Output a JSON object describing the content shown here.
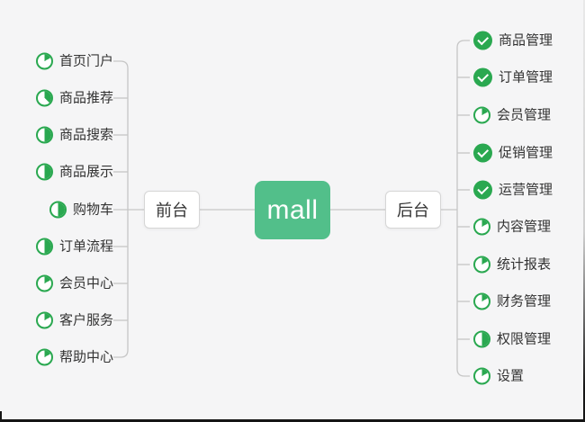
{
  "diagram": {
    "root": {
      "label": "mall"
    },
    "left_branch": {
      "label": "前台",
      "items": [
        {
          "label": "首页门户",
          "progress": "1/8"
        },
        {
          "label": "商品推荐",
          "progress": "3/8"
        },
        {
          "label": "商品搜索",
          "progress": "1/2"
        },
        {
          "label": "商品展示",
          "progress": "1/2"
        },
        {
          "label": "购物车",
          "progress": "1/2"
        },
        {
          "label": "订单流程",
          "progress": "1/2"
        },
        {
          "label": "会员中心",
          "progress": "1/8"
        },
        {
          "label": "客户服务",
          "progress": "1/8"
        },
        {
          "label": "帮助中心",
          "progress": "1/8"
        }
      ]
    },
    "right_branch": {
      "label": "后台",
      "items": [
        {
          "label": "商品管理",
          "progress": "done"
        },
        {
          "label": "订单管理",
          "progress": "done"
        },
        {
          "label": "会员管理",
          "progress": "1/8"
        },
        {
          "label": "促销管理",
          "progress": "done"
        },
        {
          "label": "运营管理",
          "progress": "done"
        },
        {
          "label": "内容管理",
          "progress": "1/8"
        },
        {
          "label": "统计报表",
          "progress": "1/8"
        },
        {
          "label": "财务管理",
          "progress": "1/8"
        },
        {
          "label": "权限管理",
          "progress": "1/2"
        },
        {
          "label": "设置",
          "progress": "1/8"
        }
      ]
    },
    "colors": {
      "root_bg": "#52bf8a",
      "progress_green": "#2aa850",
      "connector": "#c6c6c6",
      "node_border": "#d6d6d6",
      "text": "#333333",
      "background": "#f5f5f6"
    }
  }
}
